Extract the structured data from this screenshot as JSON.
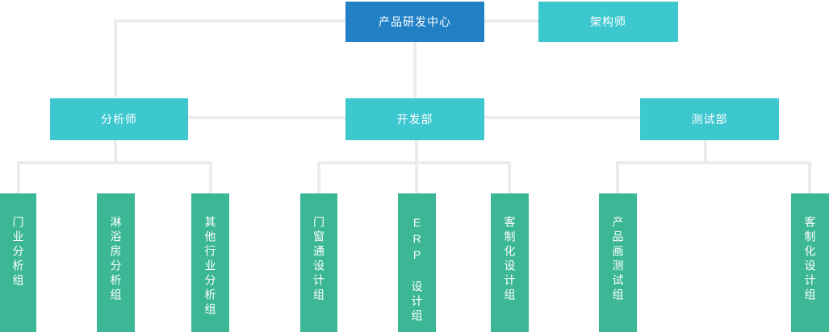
{
  "chart": {
    "type": "org-chart",
    "root": {
      "label": "产品研发中心"
    },
    "architect": {
      "label": "架构师"
    },
    "departments": [
      {
        "label": "分析师"
      },
      {
        "label": "开发部"
      },
      {
        "label": "测试部"
      }
    ],
    "analyst_groups": [
      "门业分析组",
      "淋浴房分析组",
      "其他行业分析组"
    ],
    "dev_groups": [
      "门窗通设计组",
      "ERP 设计组",
      "客制化设计组"
    ],
    "test_groups": [
      "产品画测试组",
      "客制化设计组"
    ],
    "colors": {
      "root_node": "#2181c4",
      "department_node": "#3dc8d0",
      "group_node": "#3cb795",
      "connector": "#eaecef",
      "text": "#ffffff"
    }
  }
}
